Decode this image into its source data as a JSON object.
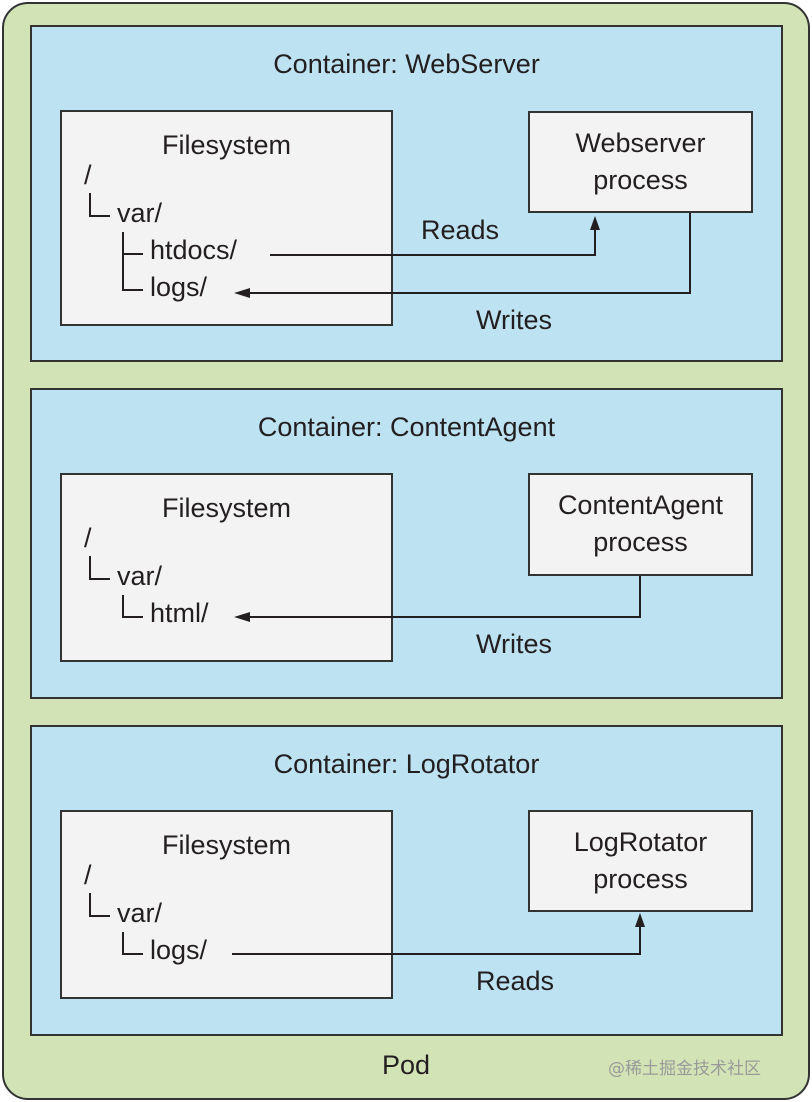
{
  "diagram": {
    "pod": {
      "label": "Pod"
    },
    "watermark": "@稀土掘金技术社区",
    "colors": {
      "pod_fill": "#d2e4b5",
      "container_fill": "#bde2f1",
      "box_fill": "#f3f3f3",
      "line": "#231f20"
    },
    "containers": [
      {
        "title": "Container: WebServer",
        "filesystem": {
          "title": "Filesystem",
          "tree": [
            "/",
            "var/",
            "htdocs/",
            "logs/"
          ]
        },
        "process": {
          "line1": "Webserver",
          "line2": "process"
        },
        "edges": [
          {
            "from": "htdocs/",
            "to": "Webserver process",
            "label": "Reads"
          },
          {
            "from": "Webserver process",
            "to": "logs/",
            "label": "Writes"
          }
        ]
      },
      {
        "title": "Container: ContentAgent",
        "filesystem": {
          "title": "Filesystem",
          "tree": [
            "/",
            "var/",
            "html/"
          ]
        },
        "process": {
          "line1": "ContentAgent",
          "line2": "process"
        },
        "edges": [
          {
            "from": "ContentAgent process",
            "to": "html/",
            "label": "Writes"
          }
        ]
      },
      {
        "title": "Container: LogRotator",
        "filesystem": {
          "title": "Filesystem",
          "tree": [
            "/",
            "var/",
            "logs/"
          ]
        },
        "process": {
          "line1": "LogRotator",
          "line2": "process"
        },
        "edges": [
          {
            "from": "logs/",
            "to": "LogRotator process",
            "label": "Reads"
          }
        ]
      }
    ]
  }
}
